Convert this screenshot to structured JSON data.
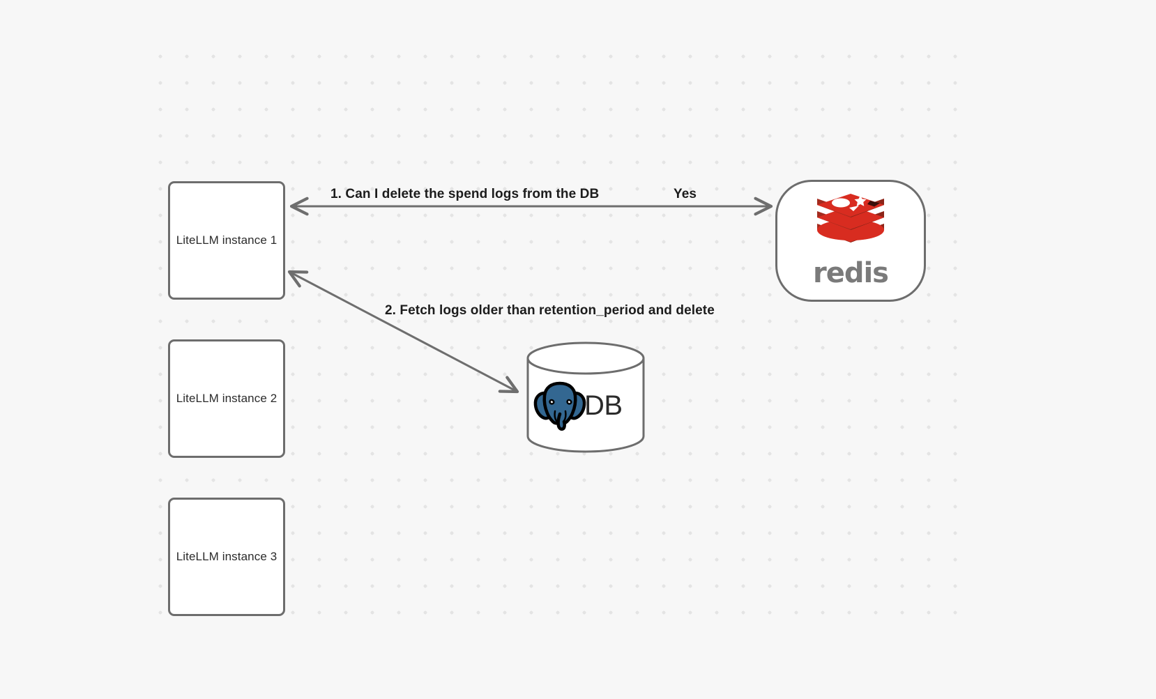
{
  "canvas": {
    "background_color": "#f7f7f7",
    "grid": {
      "dot_color": "#e4e4e4",
      "spacing": 38
    }
  },
  "nodes": [
    {
      "id": "litellm-1",
      "label": "LiteLLM instance 1",
      "shape": "rounded-rect"
    },
    {
      "id": "litellm-2",
      "label": "LiteLLM instance 2",
      "shape": "rounded-rect"
    },
    {
      "id": "litellm-3",
      "label": "LiteLLM instance 3",
      "shape": "rounded-rect"
    },
    {
      "id": "redis",
      "label": "redis",
      "shape": "stadium",
      "brand_color": "#d82c20"
    },
    {
      "id": "postgres-db",
      "label": "DB",
      "shape": "cylinder",
      "brand_color": "#336791"
    }
  ],
  "litellm": {
    "instance_1": "LiteLLM instance 1",
    "instance_2": "LiteLLM instance 2",
    "instance_3": "LiteLLM instance 3"
  },
  "redis": {
    "wordmark": "redis",
    "logo_color": "#d82c20",
    "wordmark_color": "#7a7a7a"
  },
  "database": {
    "label": "DB",
    "logo_color": "#336791"
  },
  "edges": [
    {
      "id": "edge-1",
      "from": "litellm-1",
      "to": "redis",
      "label": "1.  Can I delete the spend logs from the DB",
      "reply_label": "Yes",
      "direction": "bidirectional",
      "color": "#6e6e6e"
    },
    {
      "id": "edge-2",
      "from": "litellm-1",
      "to": "postgres-db",
      "label": "2.  Fetch logs older than retention_period and delete",
      "direction": "bidirectional",
      "color": "#6e6e6e"
    }
  ],
  "labels": {
    "edge_1_question": "1.  Can I delete the spend logs from the DB",
    "edge_1_answer": "Yes",
    "edge_2_action": "2.  Fetch logs older than retention_period and delete"
  }
}
